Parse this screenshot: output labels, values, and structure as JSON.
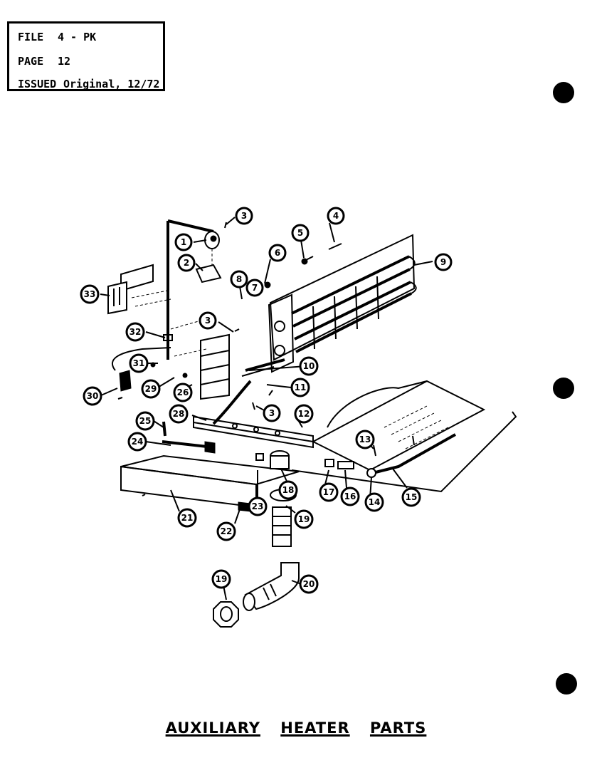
{
  "header": {
    "file_label": "FILE",
    "file_value": "4 - PK",
    "page_label": "PAGE",
    "page_value": "12",
    "issued_label": "ISSUED",
    "issued_value": "Original, 12/72"
  },
  "title": {
    "word1": "AUXILIARY",
    "word2": "HEATER",
    "word3": "PARTS"
  },
  "callouts": {
    "c1": "1",
    "c2": "2",
    "c3a": "3",
    "c3b": "3",
    "c3c": "3",
    "c4": "4",
    "c5": "5",
    "c6": "6",
    "c7": "7",
    "c8": "8",
    "c9": "9",
    "c10": "10",
    "c11": "11",
    "c12": "12",
    "c13": "13",
    "c14": "14",
    "c15": "15",
    "c16": "16",
    "c17": "17",
    "c18": "18",
    "c19a": "19",
    "c19b": "19",
    "c20": "20",
    "c21": "21",
    "c22": "22",
    "c23": "23",
    "c24": "24",
    "c25": "25",
    "c26": "26",
    "c28": "28",
    "c29": "29",
    "c30": "30",
    "c31": "31",
    "c32": "32",
    "c33": "33"
  }
}
